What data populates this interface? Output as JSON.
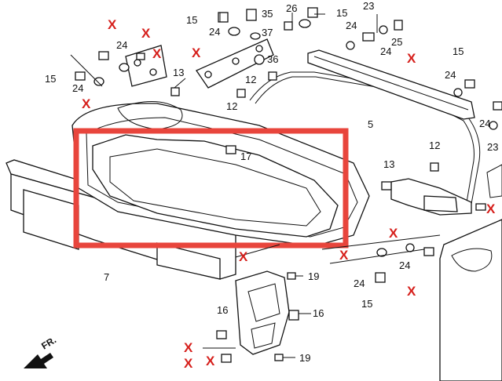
{
  "callouts": [
    {
      "id": "c-15a",
      "text": "15"
    },
    {
      "id": "c-24a",
      "text": "24"
    },
    {
      "id": "c-35",
      "text": "35"
    },
    {
      "id": "c-37",
      "text": "37"
    },
    {
      "id": "c-26",
      "text": "26"
    },
    {
      "id": "c-15b",
      "text": "15"
    },
    {
      "id": "c-23a",
      "text": "23"
    },
    {
      "id": "c-24b",
      "text": "24"
    },
    {
      "id": "c-24c",
      "text": "24"
    },
    {
      "id": "c-25",
      "text": "25"
    },
    {
      "id": "c-24d",
      "text": "24"
    },
    {
      "id": "c-36",
      "text": "36"
    },
    {
      "id": "c-13a",
      "text": "13"
    },
    {
      "id": "c-12a",
      "text": "12"
    },
    {
      "id": "c-12b",
      "text": "12"
    },
    {
      "id": "c-15c",
      "text": "15"
    },
    {
      "id": "c-24e",
      "text": "24"
    },
    {
      "id": "c-15d",
      "text": "15"
    },
    {
      "id": "c-24f",
      "text": "24"
    },
    {
      "id": "c-24g",
      "text": "24"
    },
    {
      "id": "c-23b",
      "text": "23"
    },
    {
      "id": "c-5",
      "text": "5"
    },
    {
      "id": "c-12c",
      "text": "12"
    },
    {
      "id": "c-17",
      "text": "17"
    },
    {
      "id": "c-13b",
      "text": "13"
    },
    {
      "id": "c-7",
      "text": "7"
    },
    {
      "id": "c-19a",
      "text": "19"
    },
    {
      "id": "c-24h",
      "text": "24"
    },
    {
      "id": "c-24i",
      "text": "24"
    },
    {
      "id": "c-15e",
      "text": "15"
    },
    {
      "id": "c-16a",
      "text": "16"
    },
    {
      "id": "c-16b",
      "text": "16"
    },
    {
      "id": "c-19b",
      "text": "19"
    }
  ],
  "x_marks": "X",
  "direction_label": "FR.",
  "highlight_color": "#e8453c",
  "x_mark_color": "#d6201c"
}
